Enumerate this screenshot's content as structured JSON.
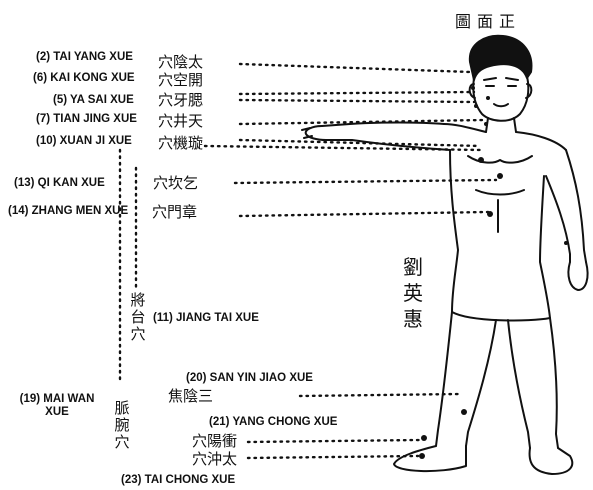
{
  "diagram_title_cjk": "圖面正",
  "artist_signature_cjk": "劉英惠",
  "points": [
    {
      "id": "tai-yang",
      "label": "(2) TAI YANG XUE",
      "cjk": "穴陰太"
    },
    {
      "id": "kai-kong",
      "label": "(6) KAI KONG XUE",
      "cjk": "穴空開"
    },
    {
      "id": "ya-sai",
      "label": "(5) YA SAI XUE",
      "cjk": "穴牙腮"
    },
    {
      "id": "tian-jing",
      "label": "(7) TIAN JING XUE",
      "cjk": "穴井天"
    },
    {
      "id": "xuan-ji",
      "label": "(10) XUAN JI XUE",
      "cjk": "穴機璇"
    },
    {
      "id": "qi-kan",
      "label": "(13) QI KAN XUE",
      "cjk": "穴坎乞"
    },
    {
      "id": "zhang-men",
      "label": "(14) ZHANG MEN XUE",
      "cjk": "穴門章"
    },
    {
      "id": "jiang-tai",
      "label": "(11) JIANG TAI XUE",
      "cjk": "將台穴"
    },
    {
      "id": "san-yin-jiao",
      "label": "(20) SAN YIN JIAO XUE",
      "cjk": "焦陰三"
    },
    {
      "id": "mai-wan",
      "label": "(19) MAI WAN XUE",
      "cjk": "脈腕穴"
    },
    {
      "id": "yang-chong",
      "label": "(21) YANG CHONG XUE",
      "cjk": "穴陽衝"
    },
    {
      "id": "tai-chong",
      "label": "(23) TAI CHONG XUE",
      "cjk": "穴沖太"
    }
  ]
}
